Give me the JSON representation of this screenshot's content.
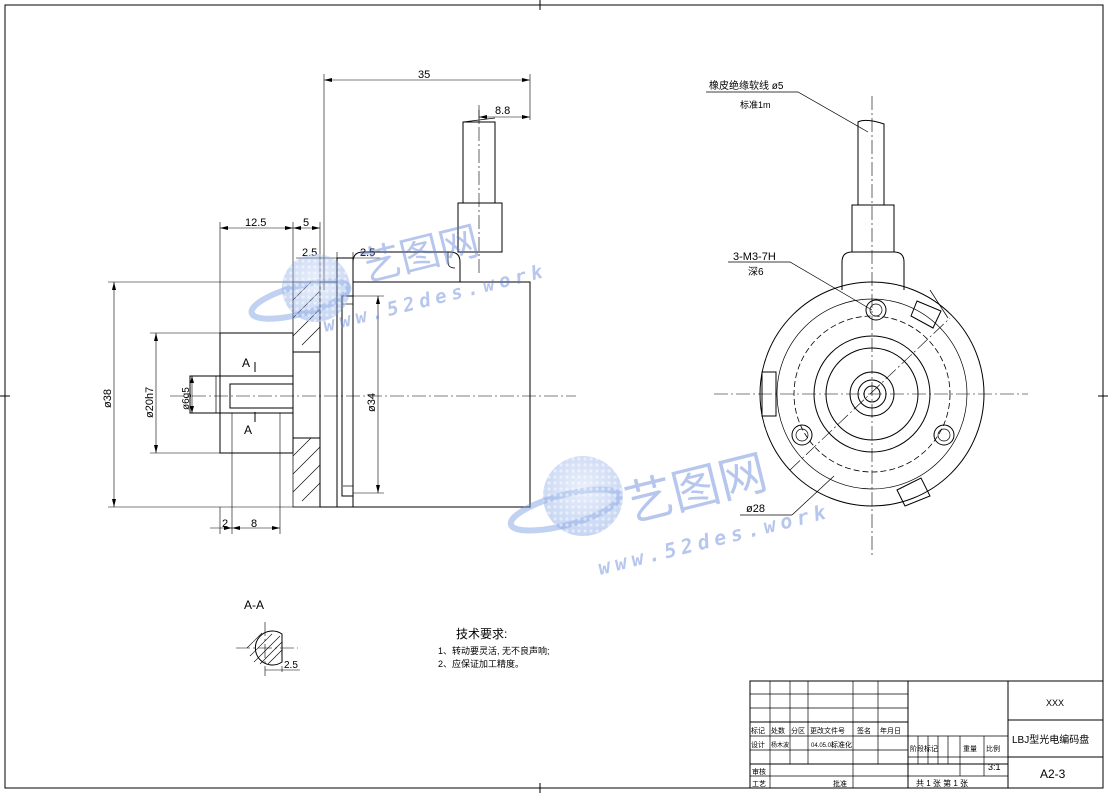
{
  "drawing": {
    "dimensions": {
      "overall_length": "35",
      "cable_end": "8.8",
      "body_12_5": "12.5",
      "flange_5": "5",
      "gap_left": "2.5",
      "gap_right": "2.5",
      "dia_38": "ø38",
      "dia_20h7": "ø20h7",
      "dia_6g5": "ø6g5",
      "dia_34": "ø34",
      "dim_2": "2",
      "dim_8": "8",
      "pcd_28": "ø28",
      "section_flat": "2.5"
    },
    "section_marks": {
      "top": "A",
      "bottom": "A",
      "section_title": "A-A"
    },
    "callouts": {
      "cable_line1": "橡皮绝缘软线 ø5",
      "cable_line2": "标准1m",
      "thread_line1": "3-M3-7H",
      "thread_line2": "深6"
    },
    "notes": {
      "title": "技术要求:",
      "item1": "1、转动要灵活, 无不良声响;",
      "item2": "2、应保证加工精度。"
    },
    "title_block": {
      "company": "XXX",
      "part_name": "LBJ型光电编码盘",
      "drawing_no": "A2-3",
      "scale": "3:1",
      "sheets": "共 1 张 第 1 张",
      "h_mark": "标记",
      "h_count": "处数",
      "h_zone": "分区",
      "h_change_doc": "更改文件号",
      "h_sign": "签名",
      "h_date": "年月日",
      "h_design": "设计",
      "designer": "杨木波",
      "design_date": "04.05.01",
      "h_standard": "标准化",
      "h_stage_mark": "阶段标记",
      "h_weight": "重量",
      "h_scale": "比例",
      "h_review": "审核",
      "h_process": "工艺",
      "h_approve": "批准"
    },
    "watermark": {
      "brand": "艺图网",
      "url": "www.52des.work"
    }
  }
}
